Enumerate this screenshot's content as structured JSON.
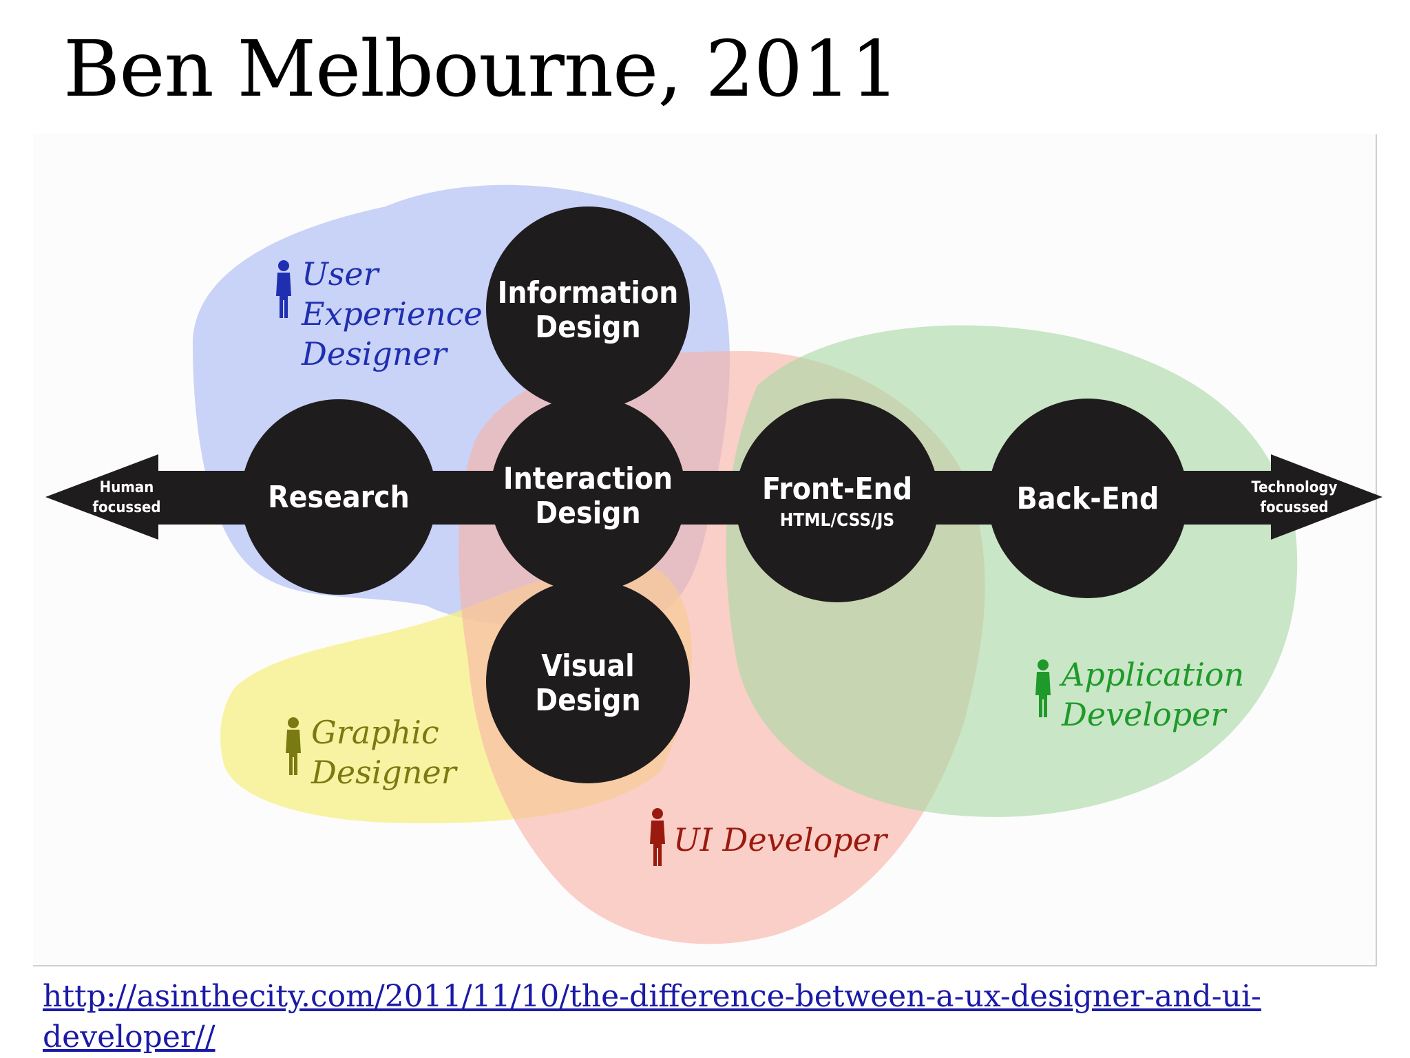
{
  "slide": {
    "title": "Ben Melbourne, 2011",
    "source_link_line1": "http://asinthecity.com/2011/11/10/the-difference-between-a-ux-designer-and-ui-",
    "source_link_line2": "developer//"
  },
  "axis": {
    "left_label_line1": "Human",
    "left_label_line2": "focussed",
    "right_label_line1": "Technology",
    "right_label_line2": "focussed"
  },
  "disciplines": {
    "information_design": [
      "Information",
      "Design"
    ],
    "research": "Research",
    "interaction_design": [
      "Interaction",
      "Design"
    ],
    "front_end": "Front-End",
    "front_end_sub": "HTML/CSS/JS",
    "back_end": "Back-End",
    "visual_design": [
      "Visual",
      "Design"
    ]
  },
  "roles": {
    "ux_designer": [
      "User",
      "Experience",
      "Designer"
    ],
    "graphic_designer": [
      "Graphic",
      "Designer"
    ],
    "ui_developer": "UI Developer",
    "application_developer": [
      "Application",
      "Developer"
    ]
  },
  "colors": {
    "ux_region": "#a9b8f3",
    "graphic_region": "#f7f07a",
    "ui_region": "#f8b3a6",
    "app_region": "#a9d9a5",
    "disc_fill": "#1f1c1d",
    "ux_text": "#1f2fb0",
    "graphic_text": "#7a7a12",
    "ui_text": "#9a1a10",
    "app_text": "#1e9a2a",
    "link": "#1a1aa6"
  }
}
